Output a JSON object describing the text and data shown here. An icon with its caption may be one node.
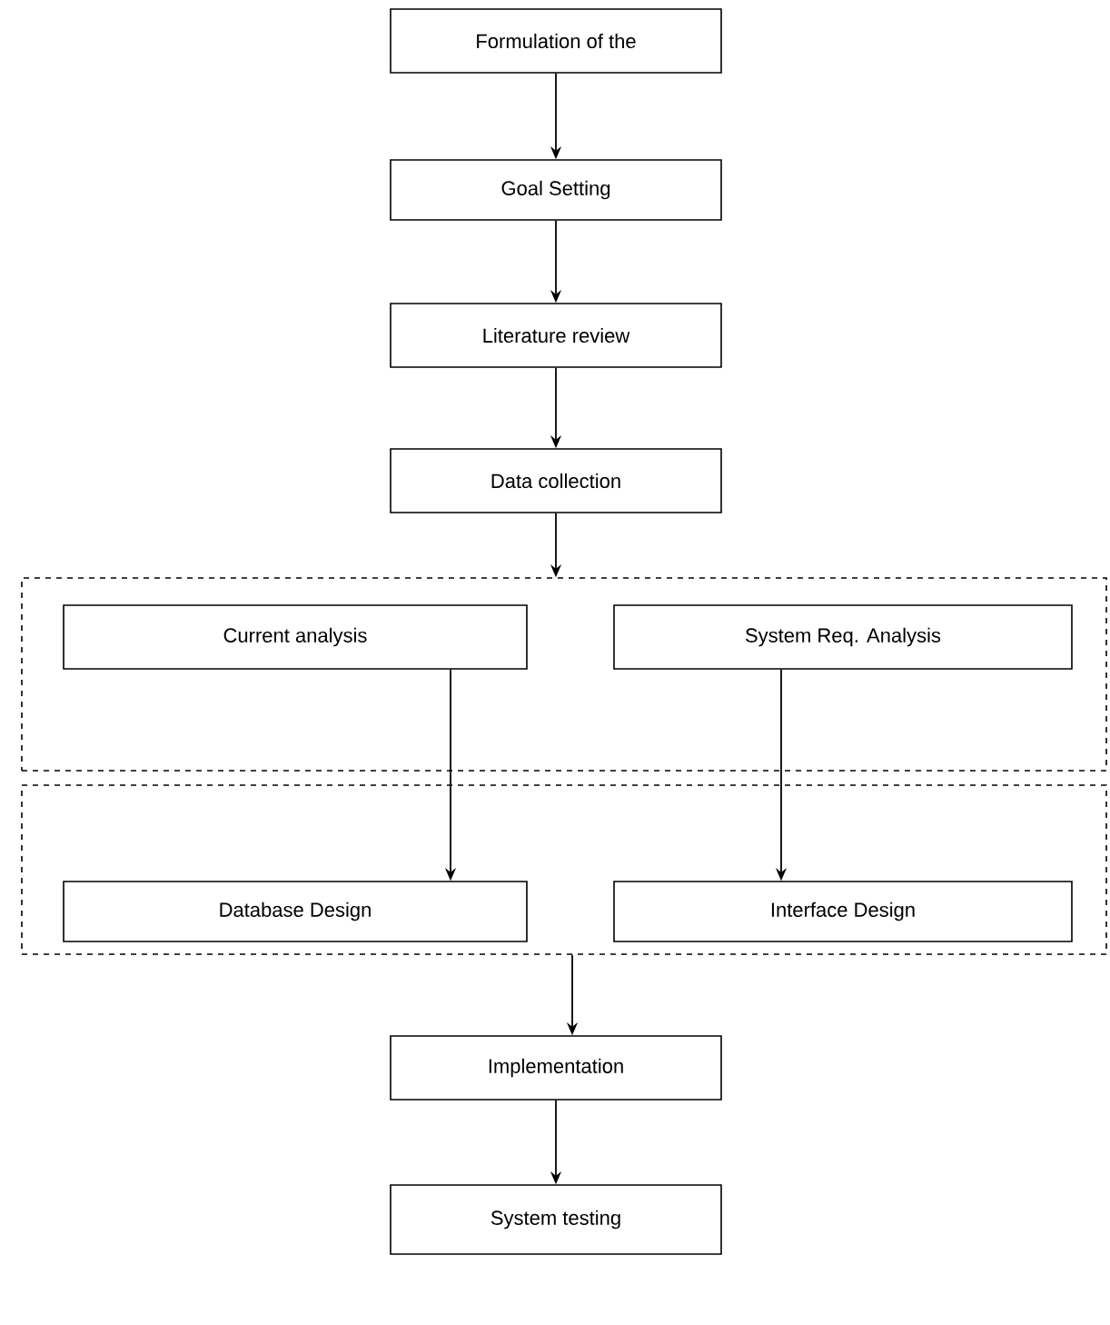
{
  "diagram": {
    "nodes": [
      {
        "text": [
          "Formulation of the"
        ]
      },
      {
        "text": [
          "Goal Setting"
        ]
      },
      {
        "text": [
          "Literature review"
        ]
      },
      {
        "text": [
          "Data collection"
        ]
      },
      {
        "text": [],
        "shape": "box"
      },
      {
        "text": [
          "Current analysis"
        ],
        "in": 4
      },
      {
        "text": [
          "System Req. Analysis"
        ],
        "in": 4
      },
      {
        "text": [],
        "shape": "box"
      },
      {
        "text": [
          "Database Design"
        ],
        "in": 7
      },
      {
        "text": [
          "Interface Design"
        ],
        "in": 7
      },
      {
        "text": [
          "Implementation"
        ]
      },
      {
        "text": [
          "System testing"
        ]
      }
    ],
    "edges": [
      {
        "from": 0,
        "to": 1,
        "arrow": "to"
      },
      {
        "from": 1,
        "to": 2,
        "arrow": "to"
      },
      {
        "from": 2,
        "to": 3,
        "arrow": "to"
      },
      {
        "from": 3,
        "to": 4,
        "arrow": "to"
      },
      {
        "from": 5,
        "to": 8,
        "arrow": "to"
      },
      {
        "from": 6,
        "to": 9,
        "arrow": "to"
      },
      {
        "from": 7,
        "to": 10,
        "arrow": "to"
      },
      {
        "from": 10,
        "to": 11,
        "arrow": "to"
      }
    ]
  }
}
